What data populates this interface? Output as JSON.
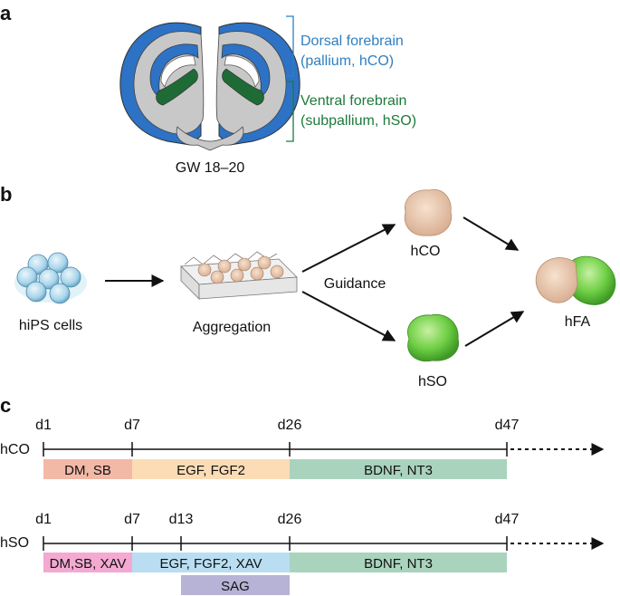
{
  "panels": {
    "a": {
      "letter": "a",
      "dorsal_line1": "Dorsal forebrain",
      "dorsal_line2": "(pallium, hCO)",
      "ventral_line1": "Ventral forebrain",
      "ventral_line2": "(subpallium, hSO)",
      "age": "GW 18–20"
    },
    "b": {
      "letter": "b",
      "hips": "hiPS cells",
      "aggregation": "Aggregation",
      "guidance": "Guidance",
      "hco": "hCO",
      "hso": "hSO",
      "hfa": "hFA"
    },
    "c": {
      "letter": "c"
    }
  },
  "timeline_hco": {
    "row_label": "hCO",
    "days": [
      {
        "label": "d1",
        "day": 1
      },
      {
        "label": "d7",
        "day": 7
      },
      {
        "label": "d26",
        "day": 26
      },
      {
        "label": "d47",
        "day": 47
      }
    ],
    "bars": [
      {
        "label": "DM, SB",
        "start": 1,
        "end": 7,
        "color": "#f2b9a6"
      },
      {
        "label": "EGF, FGF2",
        "start": 7,
        "end": 26,
        "color": "#fbdcb5"
      },
      {
        "label": "BDNF, NT3",
        "start": 26,
        "end": 47,
        "color": "#a9d3bd"
      }
    ]
  },
  "timeline_hso": {
    "row_label": "hSO",
    "days": [
      {
        "label": "d1",
        "day": 1
      },
      {
        "label": "d7",
        "day": 7
      },
      {
        "label": "d13",
        "day": 13
      },
      {
        "label": "d26",
        "day": 26
      },
      {
        "label": "d47",
        "day": 47
      }
    ],
    "bars": [
      {
        "label": "DM,SB, XAV",
        "start": 1,
        "end": 7,
        "color": "#f3a9d2"
      },
      {
        "label": "EGF, FGF2, XAV",
        "start": 7,
        "end": 26,
        "color": "#b9def2"
      },
      {
        "label": "BDNF, NT3",
        "start": 26,
        "end": 47,
        "color": "#a9d3bd"
      }
    ],
    "sub_bar": {
      "label": "SAG",
      "start": 13,
      "end": 26,
      "color": "#b6b3d6"
    }
  },
  "colors": {
    "dorsal": "#2f7fc1",
    "ventral": "#1d7a3c",
    "cortex_blue": "#2d72c4",
    "ventral_green": "#1f6b35",
    "tissue_gray": "#c8c8c8"
  }
}
